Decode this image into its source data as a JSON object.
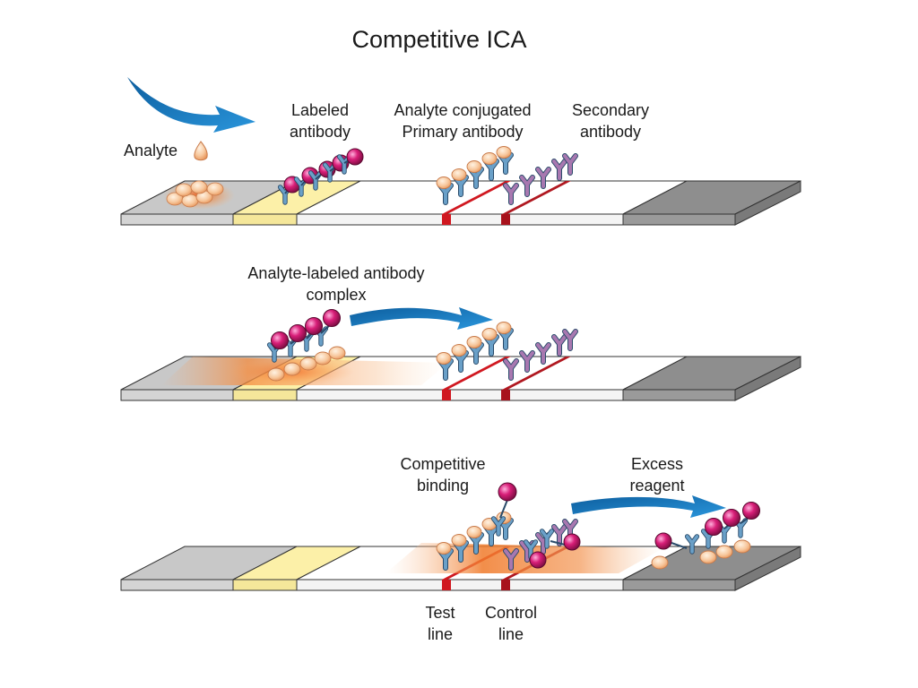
{
  "title": "Competitive ICA",
  "panel1": {
    "analyte_label": "Analyte",
    "labeled_antibody": [
      "Labeled",
      "antibody"
    ],
    "conjugated": [
      "Analyte conjugated",
      "Primary antibody"
    ],
    "secondary": [
      "Secondary",
      "antibody"
    ]
  },
  "panel2": {
    "complex": [
      "Analyte-labeled antibody",
      "complex"
    ]
  },
  "panel3": {
    "competitive": [
      "Competitive",
      "binding"
    ],
    "excess": [
      "Excess",
      "reagent"
    ],
    "test_line": [
      "Test",
      "line"
    ],
    "control_line": [
      "Control",
      "line"
    ]
  },
  "colors": {
    "sample_pad": "#c8c8c8",
    "conjugate_pad": "#fcf0a8",
    "membrane": "#ffffff",
    "absorbent_pad": "#8e8e8e",
    "test_line": "#d01820",
    "control_line": "#b01820",
    "arrow": "#1a7fc4",
    "label_particle": "#d81e78",
    "analyte": "#f6c9a0",
    "antibody": "#6aa0c8",
    "secondary_antibody": "#a878b0"
  }
}
